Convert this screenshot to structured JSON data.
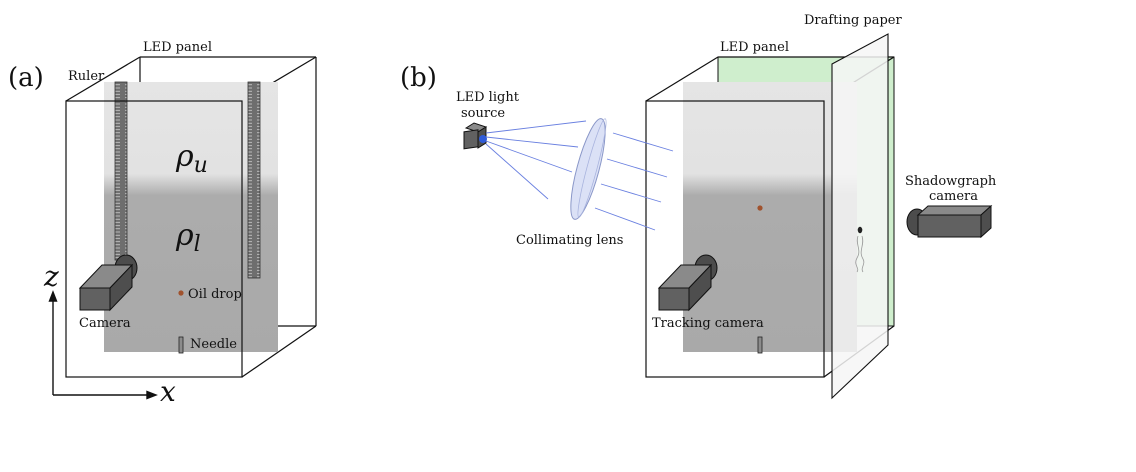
{
  "panel_a": {
    "tag": "(a)",
    "led_panel_label": "LED panel",
    "ruler_label": "Ruler",
    "upper_symbol": "ρ",
    "upper_sub": "u",
    "lower_symbol": "ρ",
    "lower_sub": "l",
    "oil_drop_label": "Oil drop",
    "camera_label": "Camera",
    "needle_label": "Needle",
    "axis_z": "z",
    "axis_x": "x"
  },
  "panel_b": {
    "tag": "(b)",
    "drafting_paper_label": "Drafting paper",
    "led_panel_label": "LED panel",
    "led_source_line1": "LED light",
    "led_source_line2": "source",
    "lens_label": "Collimating lens",
    "shadow_cam_line1": "Shadowgraph",
    "shadow_cam_line2": "camera",
    "tracking_camera_label": "Tracking camera"
  },
  "colors": {
    "fluid_light": "#e4e4e4",
    "fluid_dark": "#ababab",
    "camera_body": "#5f5f5f",
    "oil_drop": "#a0522d",
    "light_ray": "#6a80e0",
    "lens_fill": "#d8def5",
    "led_glow": "#c9ebc7",
    "led_dot": "#2f5bd9"
  }
}
